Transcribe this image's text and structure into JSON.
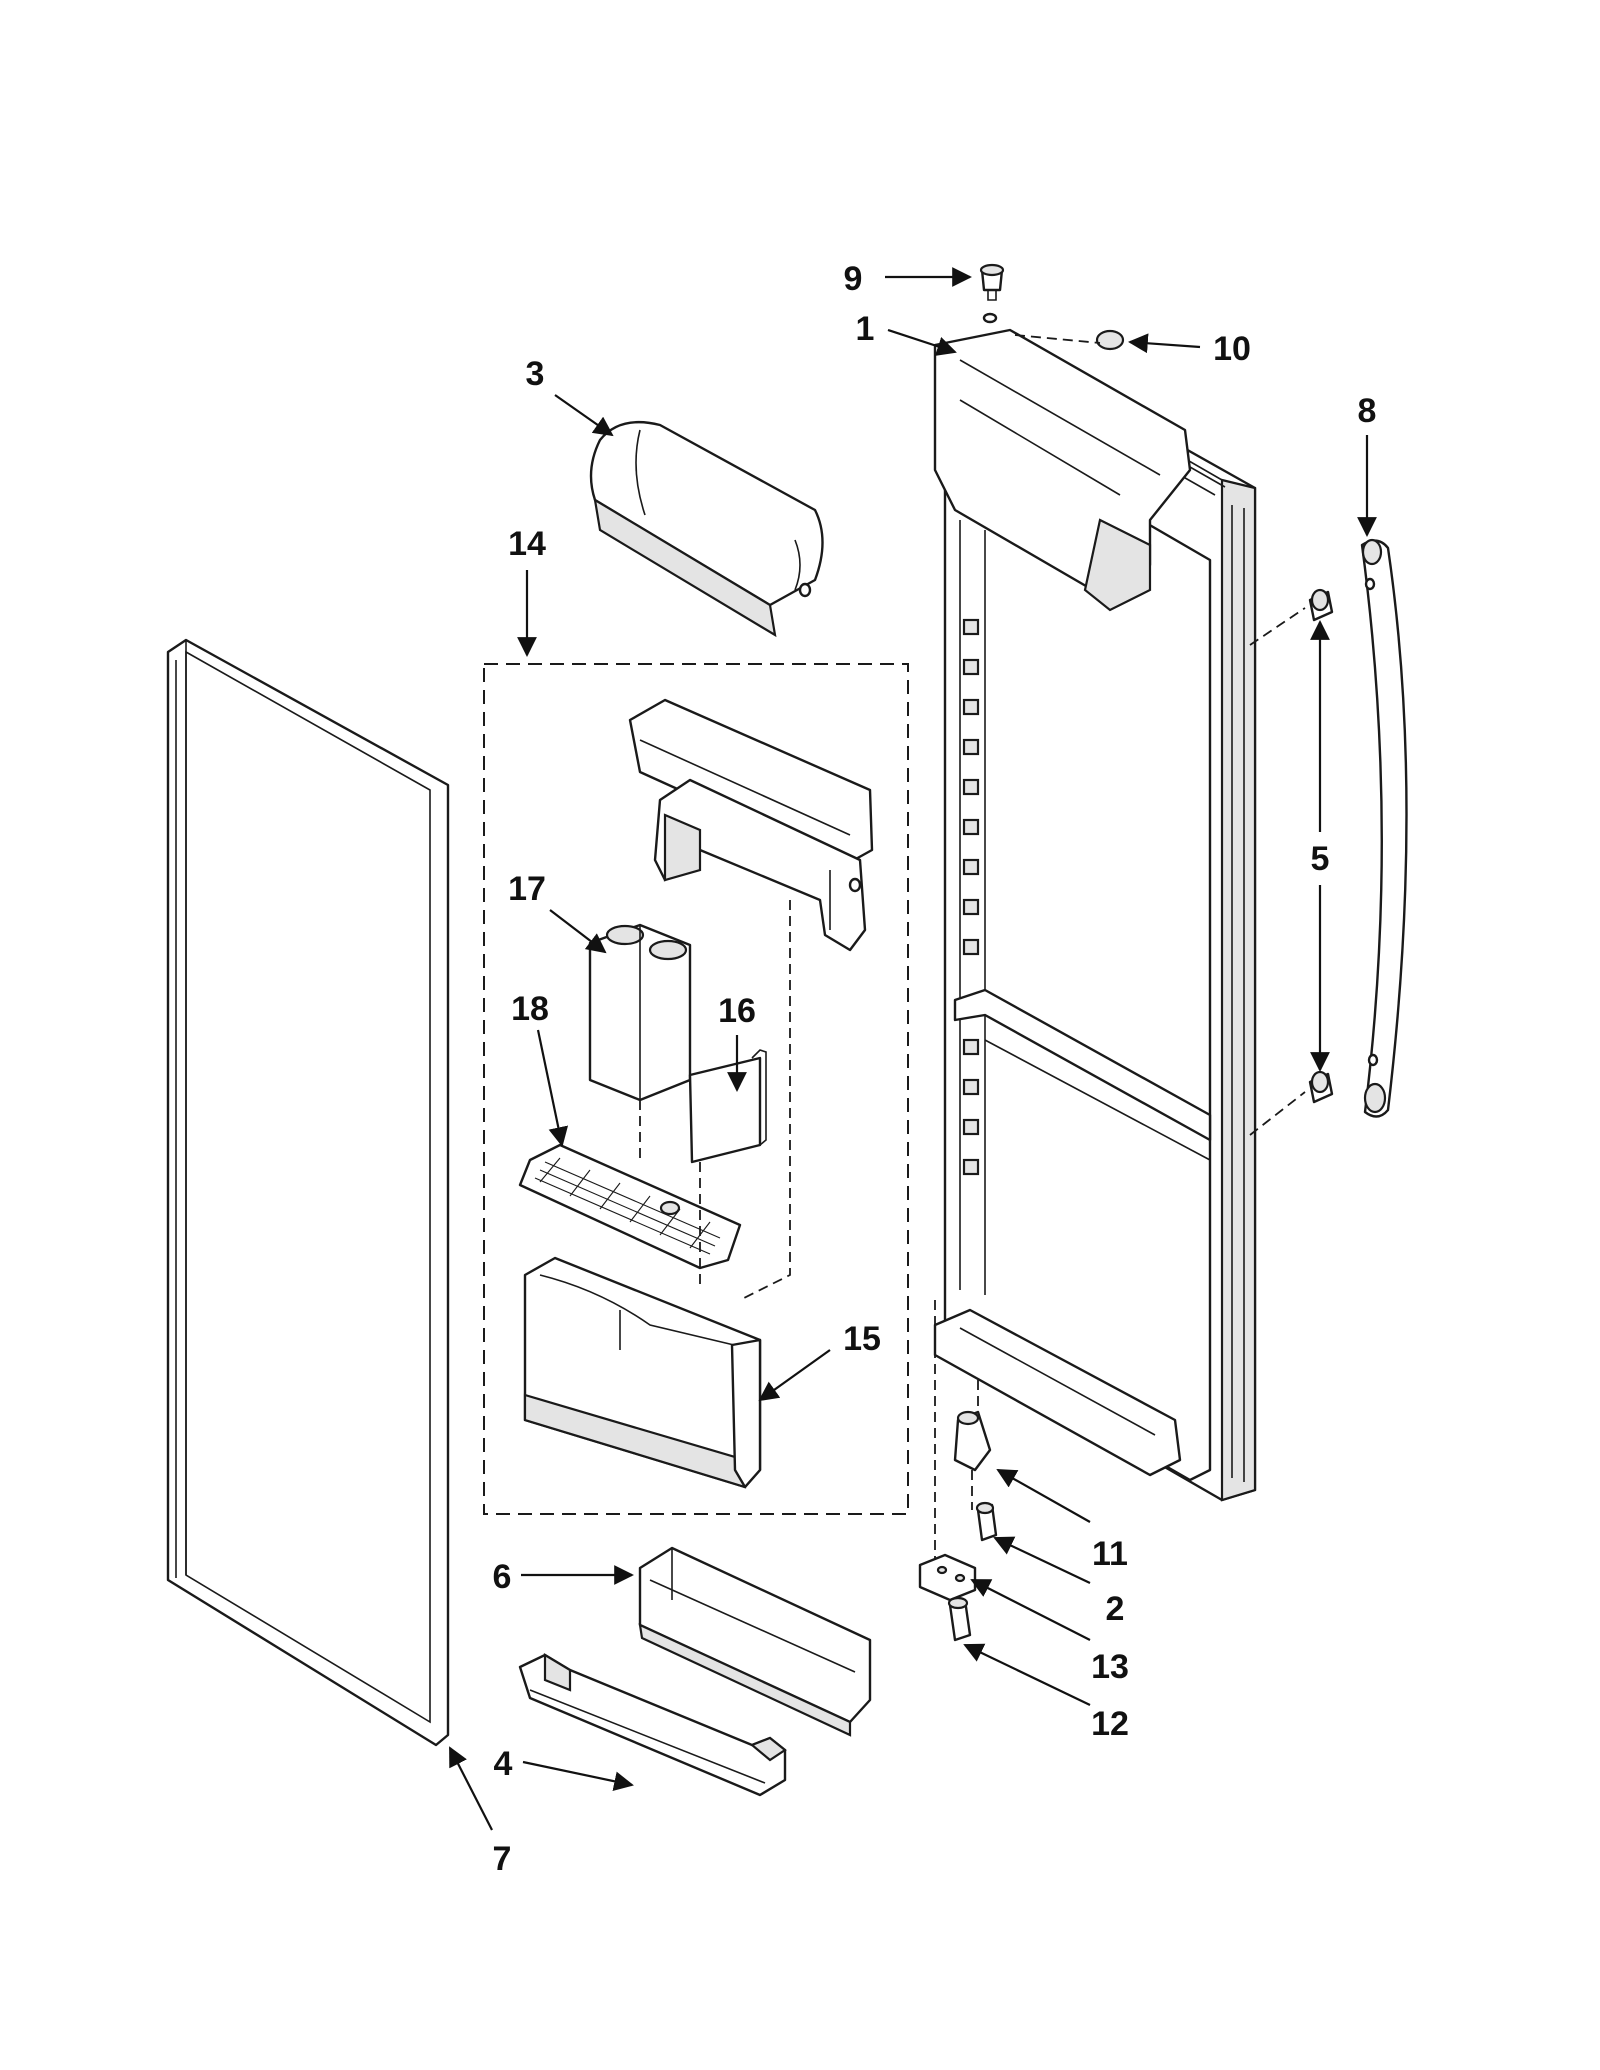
{
  "callouts": {
    "c1": "1",
    "c2": "2",
    "c3": "3",
    "c4": "4",
    "c5": "5",
    "c6": "6",
    "c7": "7",
    "c8": "8",
    "c9": "9",
    "c10": "10",
    "c11": "11",
    "c12": "12",
    "c13": "13",
    "c14": "14",
    "c15": "15",
    "c16": "16",
    "c17": "17",
    "c18": "18"
  },
  "colors": {
    "line": "#1a1a1a",
    "shade": "#e4e4e4",
    "background": "#ffffff"
  }
}
